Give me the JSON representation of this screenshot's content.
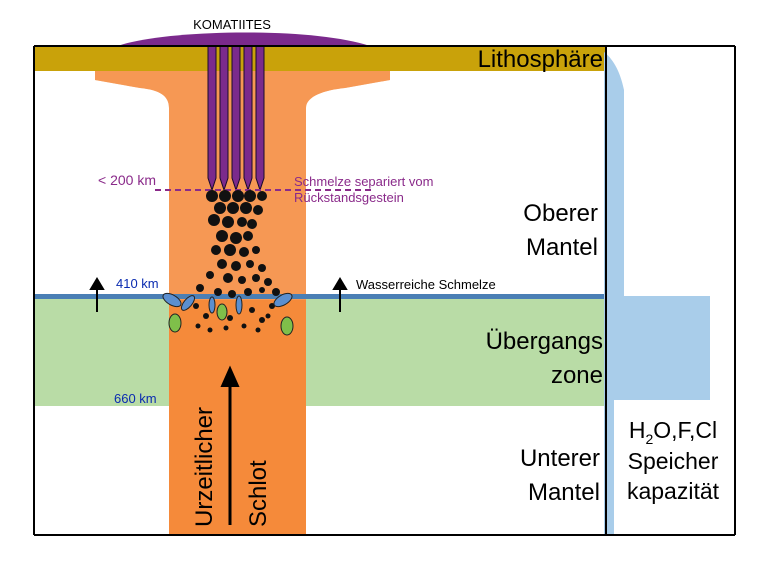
{
  "labels": {
    "komatiites": "KOMATIITES",
    "lithosphere": "Lithosphäre",
    "upper_mantle_line1": "Oberer",
    "upper_mantle_line2": "Mantel",
    "transition_line1": "Übergangs",
    "transition_line2": "zone",
    "lower_mantle_line1": "Unterer",
    "lower_mantle_line2": "Mantel",
    "depth_200": "< 200 km",
    "melt_separates_line1": "Schmelze separiert vom",
    "melt_separates_line2": "Rückstandsgestein",
    "depth_410": "410 km",
    "depth_660": "660 km",
    "water_rich_melt": "Wasserreiche Schmelze",
    "plume_word1": "Urzeitlicher",
    "plume_word2": "Schlot",
    "capacity_formula_h": "H",
    "capacity_formula_sub": "2",
    "capacity_formula_rest": "O,F,Cl",
    "capacity_line2": "Speicher",
    "capacity_line3": "kapazität"
  },
  "colors": {
    "lithosphere": "#C9A20A",
    "komatiite": "#7B2A8C",
    "plume_orange": "#F07A1E",
    "plume_light": "#F6A46A",
    "transition_zone": "#B9DCA6",
    "boundary_410": "#4A7FB5",
    "depth_label_blue": "#0A2BB0",
    "purple_dashed": "#8A2A8A",
    "capacity_blue": "#A9CDEA",
    "green_crystal": "#7FBF4A",
    "blue_crystal": "#5B8FD0"
  }
}
